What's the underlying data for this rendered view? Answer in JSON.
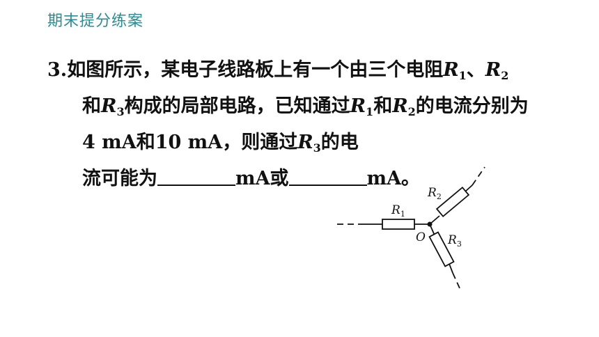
{
  "header": {
    "title": "期末提分练案"
  },
  "question": {
    "number": "3",
    "sep": ".",
    "line1_a": "如图所示，某电子线路板上有一个由三个电阻",
    "line1_sep": "、",
    "line2_a": "和",
    "line2_b": "构成的局部电路，已知通过",
    "line2_c": "和",
    "line2_d": "的电流分别为",
    "line3_a": "4 mA和10 mA，则通过",
    "line3_b": "的电",
    "line4_a": "流可能为",
    "line4_b": "mA或",
    "line4_c": "mA。",
    "var": "R",
    "sub1": "1",
    "sub2": "2",
    "sub3": "3"
  },
  "circuit": {
    "r1_letter": "R",
    "r1_sub": "1",
    "r2_letter": "R",
    "r2_sub": "2",
    "r3_letter": "R",
    "r3_sub": "3",
    "node": "O"
  }
}
